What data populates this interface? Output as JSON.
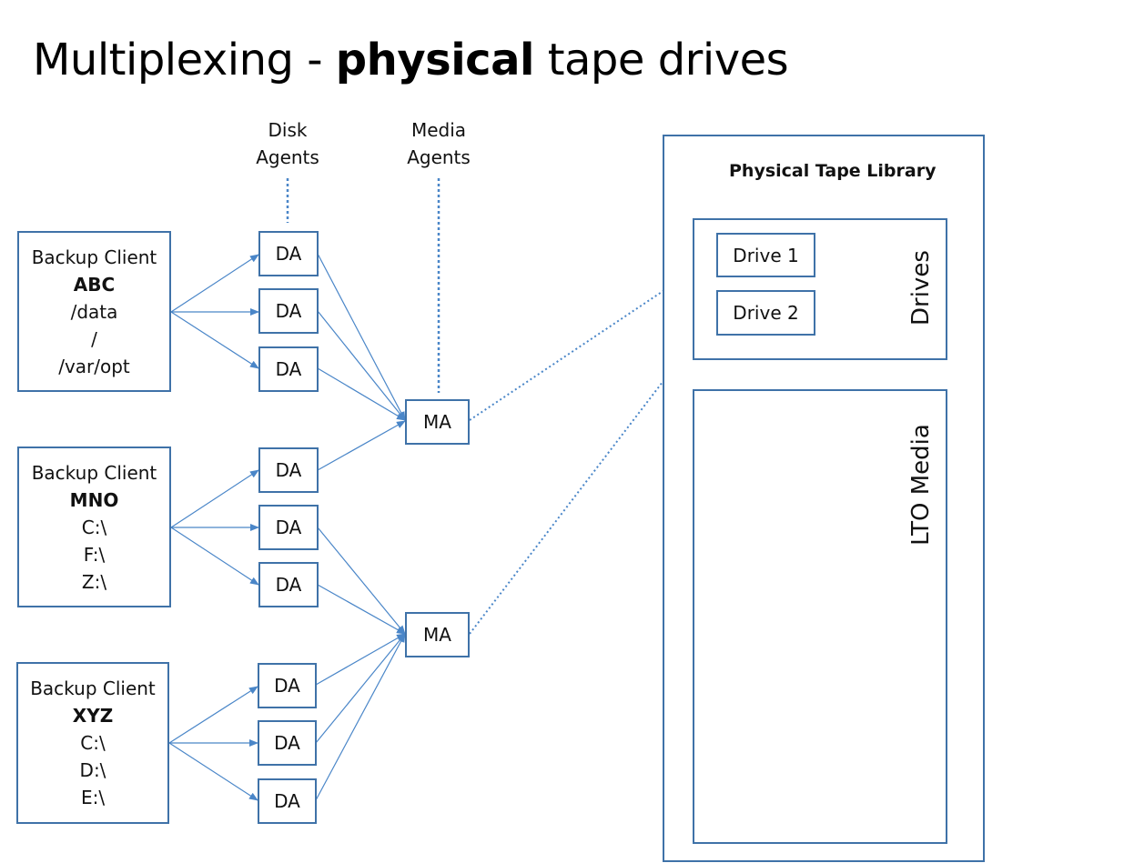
{
  "title": {
    "pre": "Multiplexing - ",
    "bold": "physical",
    "post": " tape drives"
  },
  "headers": {
    "disk_agents": "Disk\nAgents",
    "media_agents": "Media\nAgents"
  },
  "clients": [
    {
      "label": "Backup Client",
      "name": "ABC",
      "paths": [
        "/data",
        "/",
        "/var/opt"
      ]
    },
    {
      "label": "Backup Client",
      "name": "MNO",
      "paths": [
        "C:\\",
        "F:\\",
        "Z:\\"
      ]
    },
    {
      "label": "Backup Client",
      "name": "XYZ",
      "paths": [
        "C:\\",
        "D:\\",
        "E:\\"
      ]
    }
  ],
  "disk_agent_label": "DA",
  "media_agent_label": "MA",
  "library": {
    "title": "Physical Tape Library",
    "drives_label": "Drives",
    "drives": [
      "Drive 1",
      "Drive 2"
    ],
    "media_label": "LTO Media"
  },
  "colors": {
    "line": "#4a86c8",
    "border": "#3f72a8"
  }
}
